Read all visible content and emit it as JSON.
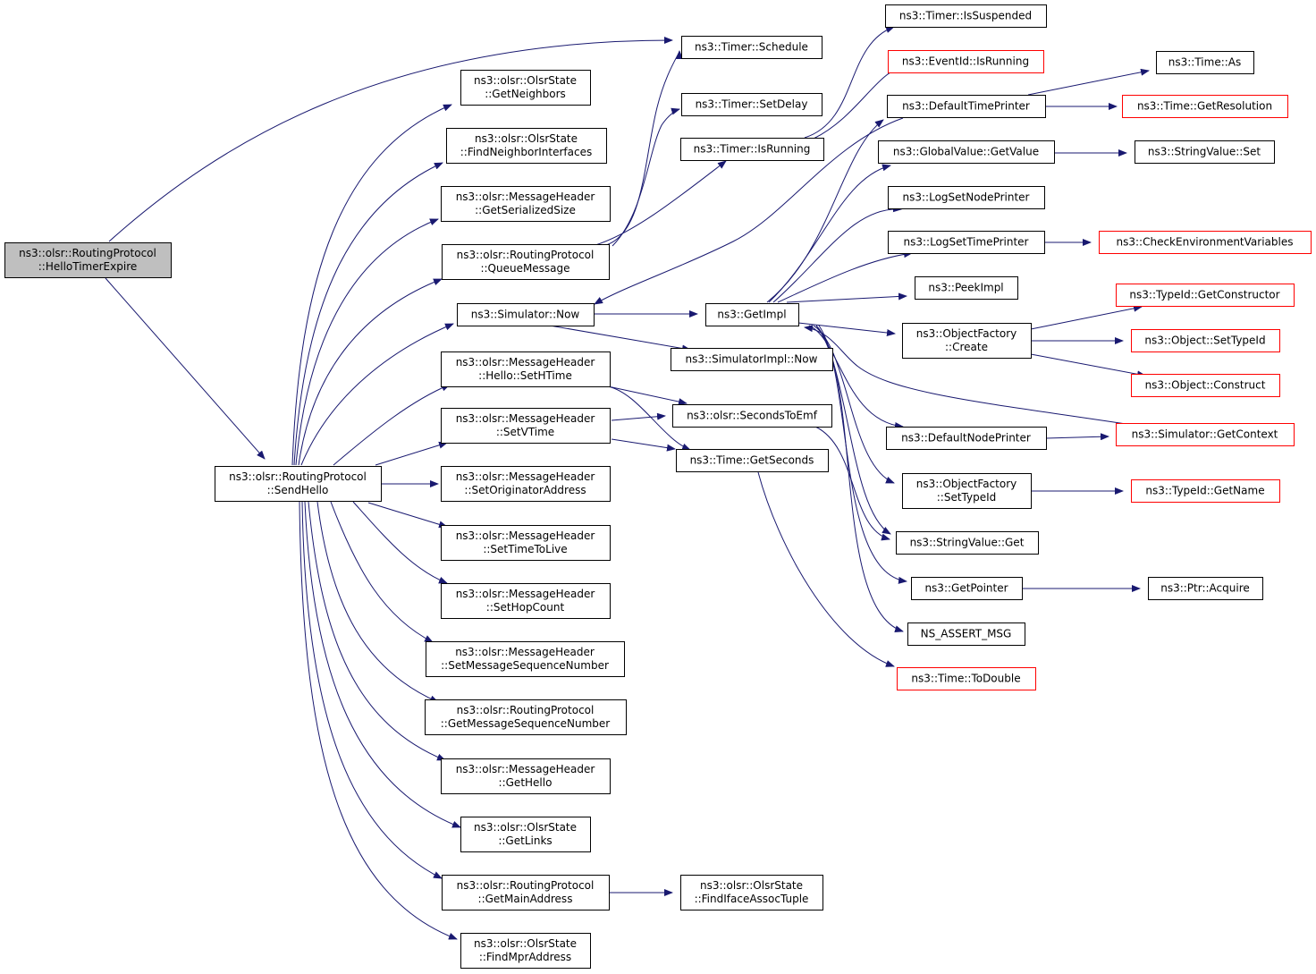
{
  "graph": {
    "colors": {
      "edge": "#191970",
      "node_border": "#000000",
      "node_border_truncated": "#ff0000",
      "node_fill": "#ffffff",
      "root_fill": "#bfbfbf"
    },
    "nodes": [
      {
        "id": "hello_timer_expire",
        "lines": [
          "ns3::olsr::RoutingProtocol",
          "::HelloTimerExpire"
        ],
        "style": "root"
      },
      {
        "id": "send_hello",
        "lines": [
          "ns3::olsr::RoutingProtocol",
          "::SendHello"
        ],
        "style": "normal"
      },
      {
        "id": "timer_schedule",
        "lines": [
          "ns3::Timer::Schedule"
        ],
        "style": "normal"
      },
      {
        "id": "get_neighbors",
        "lines": [
          "ns3::olsr::OlsrState",
          "::GetNeighbors"
        ],
        "style": "normal"
      },
      {
        "id": "find_neighbor_interfaces",
        "lines": [
          "ns3::olsr::OlsrState",
          "::FindNeighborInterfaces"
        ],
        "style": "normal"
      },
      {
        "id": "get_serialized_size",
        "lines": [
          "ns3::olsr::MessageHeader",
          "::GetSerializedSize"
        ],
        "style": "normal"
      },
      {
        "id": "queue_message",
        "lines": [
          "ns3::olsr::RoutingProtocol",
          "::QueueMessage"
        ],
        "style": "normal"
      },
      {
        "id": "simulator_now",
        "lines": [
          "ns3::Simulator::Now"
        ],
        "style": "normal"
      },
      {
        "id": "hello_set_htime",
        "lines": [
          "ns3::olsr::MessageHeader",
          "::Hello::SetHTime"
        ],
        "style": "normal"
      },
      {
        "id": "set_vtime",
        "lines": [
          "ns3::olsr::MessageHeader",
          "::SetVTime"
        ],
        "style": "normal"
      },
      {
        "id": "set_originator_address",
        "lines": [
          "ns3::olsr::MessageHeader",
          "::SetOriginatorAddress"
        ],
        "style": "normal"
      },
      {
        "id": "set_time_to_live",
        "lines": [
          "ns3::olsr::MessageHeader",
          "::SetTimeToLive"
        ],
        "style": "normal"
      },
      {
        "id": "set_hop_count",
        "lines": [
          "ns3::olsr::MessageHeader",
          "::SetHopCount"
        ],
        "style": "normal"
      },
      {
        "id": "set_message_sequence_number",
        "lines": [
          "ns3::olsr::MessageHeader",
          "::SetMessageSequenceNumber"
        ],
        "style": "normal"
      },
      {
        "id": "get_message_sequence_number",
        "lines": [
          "ns3::olsr::RoutingProtocol",
          "::GetMessageSequenceNumber"
        ],
        "style": "normal"
      },
      {
        "id": "get_hello",
        "lines": [
          "ns3::olsr::MessageHeader",
          "::GetHello"
        ],
        "style": "normal"
      },
      {
        "id": "get_links",
        "lines": [
          "ns3::olsr::OlsrState",
          "::GetLinks"
        ],
        "style": "normal"
      },
      {
        "id": "get_main_address",
        "lines": [
          "ns3::olsr::RoutingProtocol",
          "::GetMainAddress"
        ],
        "style": "normal"
      },
      {
        "id": "find_mpr_address",
        "lines": [
          "ns3::olsr::OlsrState",
          "::FindMprAddress"
        ],
        "style": "normal"
      },
      {
        "id": "timer_set_delay",
        "lines": [
          "ns3::Timer::SetDelay"
        ],
        "style": "normal"
      },
      {
        "id": "timer_is_running",
        "lines": [
          "ns3::Timer::IsRunning"
        ],
        "style": "normal"
      },
      {
        "id": "simulator_impl_now",
        "lines": [
          "ns3::SimulatorImpl::Now"
        ],
        "style": "normal"
      },
      {
        "id": "seconds_to_emf",
        "lines": [
          "ns3::olsr::SecondsToEmf"
        ],
        "style": "normal"
      },
      {
        "id": "time_get_seconds",
        "lines": [
          "ns3::Time::GetSeconds"
        ],
        "style": "normal"
      },
      {
        "id": "find_iface_assoc_tuple",
        "lines": [
          "ns3::olsr::OlsrState",
          "::FindIfaceAssocTuple"
        ],
        "style": "normal"
      },
      {
        "id": "get_impl",
        "lines": [
          "ns3::GetImpl"
        ],
        "style": "normal"
      },
      {
        "id": "timer_is_suspended",
        "lines": [
          "ns3::Timer::IsSuspended"
        ],
        "style": "normal"
      },
      {
        "id": "event_id_is_running",
        "lines": [
          "ns3::EventId::IsRunning"
        ],
        "style": "truncated"
      },
      {
        "id": "default_time_printer",
        "lines": [
          "ns3::DefaultTimePrinter"
        ],
        "style": "normal"
      },
      {
        "id": "global_value_get_value",
        "lines": [
          "ns3::GlobalValue::GetValue"
        ],
        "style": "normal"
      },
      {
        "id": "log_set_node_printer",
        "lines": [
          "ns3::LogSetNodePrinter"
        ],
        "style": "normal"
      },
      {
        "id": "log_set_time_printer",
        "lines": [
          "ns3::LogSetTimePrinter"
        ],
        "style": "normal"
      },
      {
        "id": "peek_impl",
        "lines": [
          "ns3::PeekImpl"
        ],
        "style": "normal"
      },
      {
        "id": "object_factory_create",
        "lines": [
          "ns3::ObjectFactory",
          "::Create"
        ],
        "style": "normal"
      },
      {
        "id": "default_node_printer",
        "lines": [
          "ns3::DefaultNodePrinter"
        ],
        "style": "normal"
      },
      {
        "id": "object_factory_set_type_id",
        "lines": [
          "ns3::ObjectFactory",
          "::SetTypeId"
        ],
        "style": "normal"
      },
      {
        "id": "string_value_get",
        "lines": [
          "ns3::StringValue::Get"
        ],
        "style": "normal"
      },
      {
        "id": "get_pointer",
        "lines": [
          "ns3::GetPointer"
        ],
        "style": "normal"
      },
      {
        "id": "ns_assert_msg",
        "lines": [
          "NS_ASSERT_MSG"
        ],
        "style": "normal"
      },
      {
        "id": "time_to_double",
        "lines": [
          "ns3::Time::ToDouble"
        ],
        "style": "truncated"
      },
      {
        "id": "time_as",
        "lines": [
          "ns3::Time::As"
        ],
        "style": "normal"
      },
      {
        "id": "time_get_resolution",
        "lines": [
          "ns3::Time::GetResolution"
        ],
        "style": "truncated"
      },
      {
        "id": "string_value_set",
        "lines": [
          "ns3::StringValue::Set"
        ],
        "style": "normal"
      },
      {
        "id": "check_environment_variables",
        "lines": [
          "ns3::CheckEnvironmentVariables"
        ],
        "style": "truncated"
      },
      {
        "id": "type_id_get_constructor",
        "lines": [
          "ns3::TypeId::GetConstructor"
        ],
        "style": "truncated"
      },
      {
        "id": "object_set_type_id",
        "lines": [
          "ns3::Object::SetTypeId"
        ],
        "style": "truncated"
      },
      {
        "id": "object_construct",
        "lines": [
          "ns3::Object::Construct"
        ],
        "style": "truncated"
      },
      {
        "id": "simulator_get_context",
        "lines": [
          "ns3::Simulator::GetContext"
        ],
        "style": "truncated"
      },
      {
        "id": "type_id_get_name",
        "lines": [
          "ns3::TypeId::GetName"
        ],
        "style": "truncated"
      },
      {
        "id": "ptr_acquire",
        "lines": [
          "ns3::Ptr::Acquire"
        ],
        "style": "normal"
      }
    ],
    "edges": [
      {
        "id": "e-hte-sched",
        "from": "hello_timer_expire",
        "to": "timer_schedule"
      },
      {
        "id": "e-hte-sh",
        "from": "hello_timer_expire",
        "to": "send_hello"
      },
      {
        "id": "e-sh-gn",
        "from": "send_hello",
        "to": "get_neighbors"
      },
      {
        "id": "e-sh-fni",
        "from": "send_hello",
        "to": "find_neighbor_interfaces"
      },
      {
        "id": "e-sh-gss",
        "from": "send_hello",
        "to": "get_serialized_size"
      },
      {
        "id": "e-sh-qm",
        "from": "send_hello",
        "to": "queue_message"
      },
      {
        "id": "e-sh-now",
        "from": "send_hello",
        "to": "simulator_now"
      },
      {
        "id": "e-sh-hst",
        "from": "send_hello",
        "to": "hello_set_htime"
      },
      {
        "id": "e-sh-svt",
        "from": "send_hello",
        "to": "set_vtime"
      },
      {
        "id": "e-sh-soa",
        "from": "send_hello",
        "to": "set_originator_address"
      },
      {
        "id": "e-sh-sttl",
        "from": "send_hello",
        "to": "set_time_to_live"
      },
      {
        "id": "e-sh-shc",
        "from": "send_hello",
        "to": "set_hop_count"
      },
      {
        "id": "e-sh-smsn",
        "from": "send_hello",
        "to": "set_message_sequence_number"
      },
      {
        "id": "e-sh-gmsn",
        "from": "send_hello",
        "to": "get_message_sequence_number"
      },
      {
        "id": "e-sh-gh",
        "from": "send_hello",
        "to": "get_hello"
      },
      {
        "id": "e-sh-gl",
        "from": "send_hello",
        "to": "get_links"
      },
      {
        "id": "e-sh-gma",
        "from": "send_hello",
        "to": "get_main_address"
      },
      {
        "id": "e-sh-fma",
        "from": "send_hello",
        "to": "find_mpr_address"
      },
      {
        "id": "e-qm-sched",
        "from": "queue_message",
        "to": "timer_schedule"
      },
      {
        "id": "e-qm-delay",
        "from": "queue_message",
        "to": "timer_set_delay"
      },
      {
        "id": "e-qm-run",
        "from": "queue_message",
        "to": "timer_is_running"
      },
      {
        "id": "e-run-susp",
        "from": "timer_is_running",
        "to": "timer_is_suspended"
      },
      {
        "id": "e-run-evt",
        "from": "timer_is_running",
        "to": "event_id_is_running"
      },
      {
        "id": "e-now-impl",
        "from": "simulator_now",
        "to": "get_impl"
      },
      {
        "id": "e-now-simpl",
        "from": "simulator_now",
        "to": "simulator_impl_now"
      },
      {
        "id": "e-hst-emf",
        "from": "hello_set_htime",
        "to": "seconds_to_emf"
      },
      {
        "id": "e-hst-sec",
        "from": "hello_set_htime",
        "to": "time_get_seconds"
      },
      {
        "id": "e-svt-emf",
        "from": "set_vtime",
        "to": "seconds_to_emf"
      },
      {
        "id": "e-svt-sec",
        "from": "set_vtime",
        "to": "time_get_seconds"
      },
      {
        "id": "e-emf-get",
        "from": "seconds_to_emf",
        "to": "string_value_get"
      },
      {
        "id": "e-sec-dbl",
        "from": "time_get_seconds",
        "to": "time_to_double"
      },
      {
        "id": "e-gma-fiat",
        "from": "get_main_address",
        "to": "find_iface_assoc_tuple"
      },
      {
        "id": "e-dtp-now",
        "from": "default_time_printer",
        "to": "simulator_now"
      },
      {
        "id": "e-dtp-as",
        "from": "default_time_printer",
        "to": "time_as"
      },
      {
        "id": "e-dtp-res",
        "from": "default_time_printer",
        "to": "time_get_resolution"
      },
      {
        "id": "e-gi-dtp",
        "from": "get_impl",
        "to": "default_time_printer"
      },
      {
        "id": "e-gi-gv",
        "from": "get_impl",
        "to": "global_value_get_value"
      },
      {
        "id": "e-gi-lsnp",
        "from": "get_impl",
        "to": "log_set_node_printer"
      },
      {
        "id": "e-gi-lstp",
        "from": "get_impl",
        "to": "log_set_time_printer"
      },
      {
        "id": "e-gi-peek",
        "from": "get_impl",
        "to": "peek_impl"
      },
      {
        "id": "e-gi-ofc",
        "from": "get_impl",
        "to": "object_factory_create"
      },
      {
        "id": "e-gi-dnp",
        "from": "get_impl",
        "to": "default_node_printer"
      },
      {
        "id": "e-gi-ofs",
        "from": "get_impl",
        "to": "object_factory_set_type_id"
      },
      {
        "id": "e-gi-svg",
        "from": "get_impl",
        "to": "string_value_get"
      },
      {
        "id": "e-gi-gp",
        "from": "get_impl",
        "to": "get_pointer"
      },
      {
        "id": "e-gi-assert",
        "from": "get_impl",
        "to": "ns_assert_msg"
      },
      {
        "id": "e-gv-set",
        "from": "global_value_get_value",
        "to": "string_value_set"
      },
      {
        "id": "e-lstp-env",
        "from": "log_set_time_printer",
        "to": "check_environment_variables"
      },
      {
        "id": "e-ofc-ctor",
        "from": "object_factory_create",
        "to": "type_id_get_constructor"
      },
      {
        "id": "e-ofc-set",
        "from": "object_factory_create",
        "to": "object_set_type_id"
      },
      {
        "id": "e-ofc-con",
        "from": "object_factory_create",
        "to": "object_construct"
      },
      {
        "id": "e-dnp-ctx",
        "from": "default_node_printer",
        "to": "simulator_get_context"
      },
      {
        "id": "e-ctx-gi",
        "from": "simulator_get_context",
        "to": "get_impl"
      },
      {
        "id": "e-ofs-name",
        "from": "object_factory_set_type_id",
        "to": "type_id_get_name"
      },
      {
        "id": "e-gp-acq",
        "from": "get_pointer",
        "to": "ptr_acquire"
      }
    ]
  }
}
